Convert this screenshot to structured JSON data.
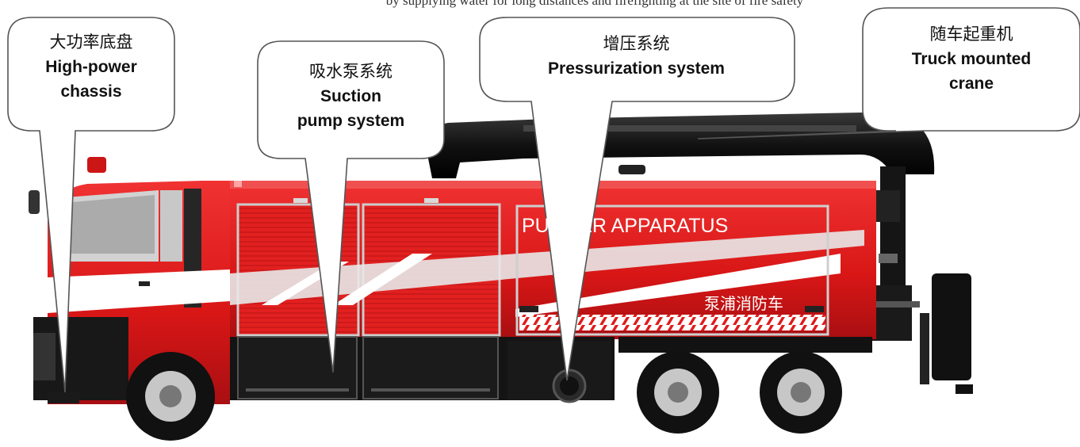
{
  "top_caption": "by supplying water for long distances and firefighting at the site of fire safety",
  "truck": {
    "side_text": "PUMPER APPARATUS",
    "side_text_cn": "泵浦消防车"
  },
  "callouts": [
    {
      "id": "chassis",
      "cn": "大功率底盘",
      "en": "High-power\nchassis"
    },
    {
      "id": "suction",
      "cn": "吸水泵系统",
      "en": "Suction\npump system"
    },
    {
      "id": "pressurization",
      "cn": "增压系统",
      "en": "Pressurization system"
    },
    {
      "id": "crane",
      "cn": "随车起重机",
      "en": "Truck mounted\ncrane"
    }
  ],
  "colors": {
    "body_red": "#e01b1b",
    "dark_red": "#a50f12",
    "black": "#111111",
    "grey": "#bdbdbd"
  }
}
